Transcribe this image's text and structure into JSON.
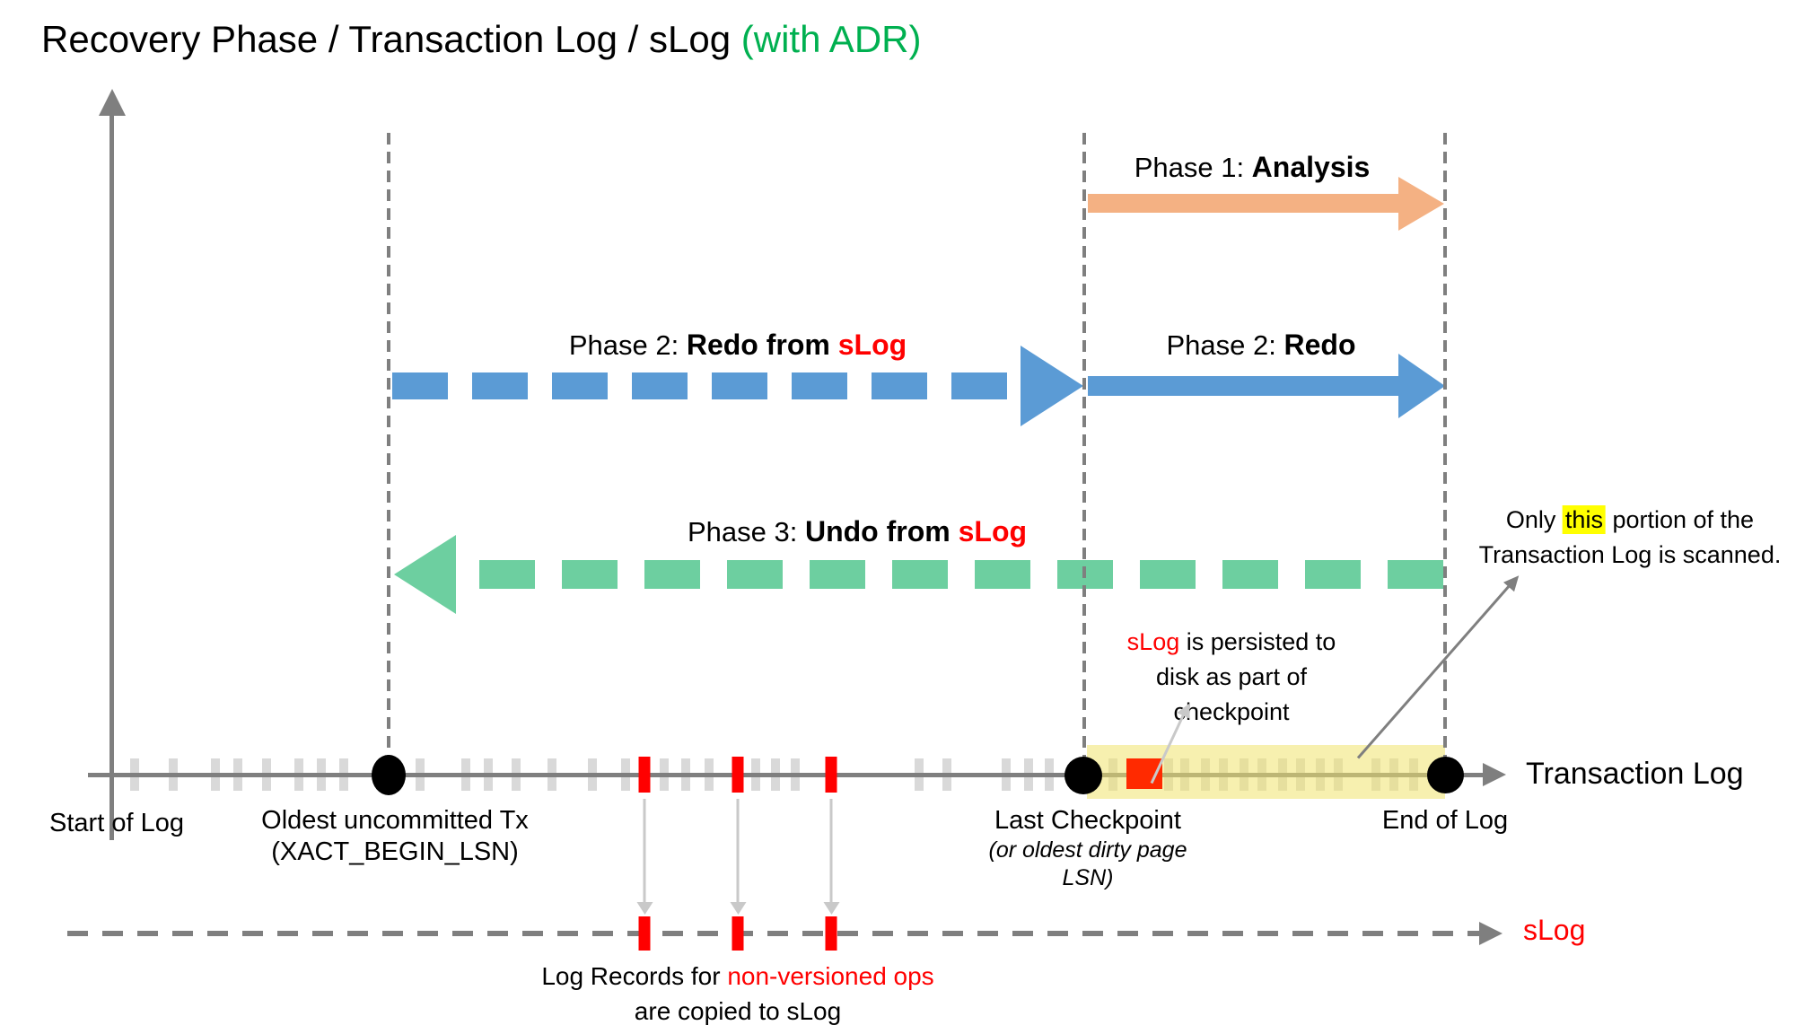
{
  "title": {
    "main": "Recovery Phase / Transaction Log / sLog",
    "suffix": " (with ADR)"
  },
  "phases": {
    "phase1": {
      "prefix": "Phase 1: ",
      "bold": "Analysis"
    },
    "phase2_slog": {
      "prefix": "Phase 2: ",
      "bold": "Redo from ",
      "red": "sLog"
    },
    "phase2": {
      "prefix": "Phase 2: ",
      "bold": "Redo"
    },
    "phase3": {
      "prefix": "Phase 3: ",
      "bold": "Undo from ",
      "red": "sLog"
    }
  },
  "notes": {
    "scan": {
      "line1_pre": "Only ",
      "line1_highlight": "this",
      "line1_post": " portion of the",
      "line2": "Transaction Log is scanned."
    },
    "persist": {
      "line1_red": "sLog",
      "line1_rest": " is persisted to",
      "line2": "disk as part of",
      "line3": "checkpoint"
    },
    "copy": {
      "line1_pre": "Log Records for ",
      "line1_red": "non-versioned ops",
      "line2": "are copied to sLog"
    }
  },
  "labels": {
    "transaction_log": "Transaction Log",
    "slog": "sLog",
    "start_of_log": "Start of Log",
    "oldest_tx": "Oldest uncommitted Tx",
    "oldest_tx_sub": "(XACT_BEGIN_LSN)",
    "last_checkpoint": "Last Checkpoint",
    "last_checkpoint_sub1": "(or oldest dirty page",
    "last_checkpoint_sub2": "LSN)",
    "end_of_log": "End of Log"
  },
  "colors": {
    "title-green": "#00B050",
    "analysis-orange": "#F4B183",
    "redo-blue": "#5B9BD5",
    "undo-green": "#6DCFA0",
    "slog-red": "#FF0000",
    "slog-block-red": "#FF2A00",
    "axis-gray": "#7F7F7F",
    "tick-gray": "#D9D9D9",
    "light-arrow-gray": "#C9C9C9",
    "highlight-yellow": "#FFFF00",
    "scan-zone-yellow": "rgba(240,228,110,0.55)"
  },
  "ticks": {
    "log_gray": [
      150,
      193,
      240,
      265,
      297,
      333,
      358,
      383,
      468,
      519,
      544,
      575,
      615,
      660,
      697,
      740,
      764,
      790,
      842,
      864,
      886,
      1024,
      1055,
      1121,
      1146,
      1169,
      1240,
      1302,
      1320,
      1343,
      1363,
      1386,
      1406,
      1429,
      1449,
      1471,
      1491,
      1533,
      1553,
      1575
    ],
    "log_red": [
      718,
      822,
      926
    ],
    "slog_red": [
      718,
      822,
      926
    ],
    "drop_arrows": [
      718,
      822,
      926
    ]
  }
}
